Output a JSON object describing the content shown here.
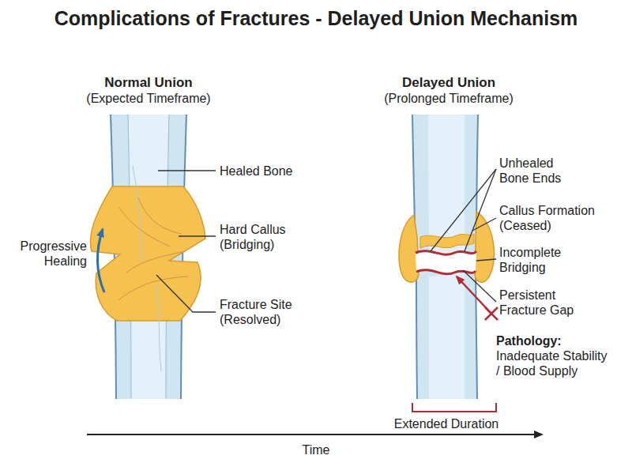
{
  "diagram": {
    "title": "Complications of Fractures - Delayed Union Mechanism",
    "labels": [
      "Normal Union",
      "(Expected Timeframe)",
      "Delayed Union",
      "(Prolonged Timeframe)",
      "Healed Bone",
      "Progressive Healing",
      "Hard Callus (Bridging)",
      "Fracture Site (Resolved)",
      "Unhealed Bone Ends",
      "Callus Formation (Ceased)",
      "Incomplete Bridging",
      "Persistent Fracture Gap",
      "Pathology:",
      "Inadequate Stability / Blood Supply",
      "Extended Duration",
      "Time"
    ]
  }
}
